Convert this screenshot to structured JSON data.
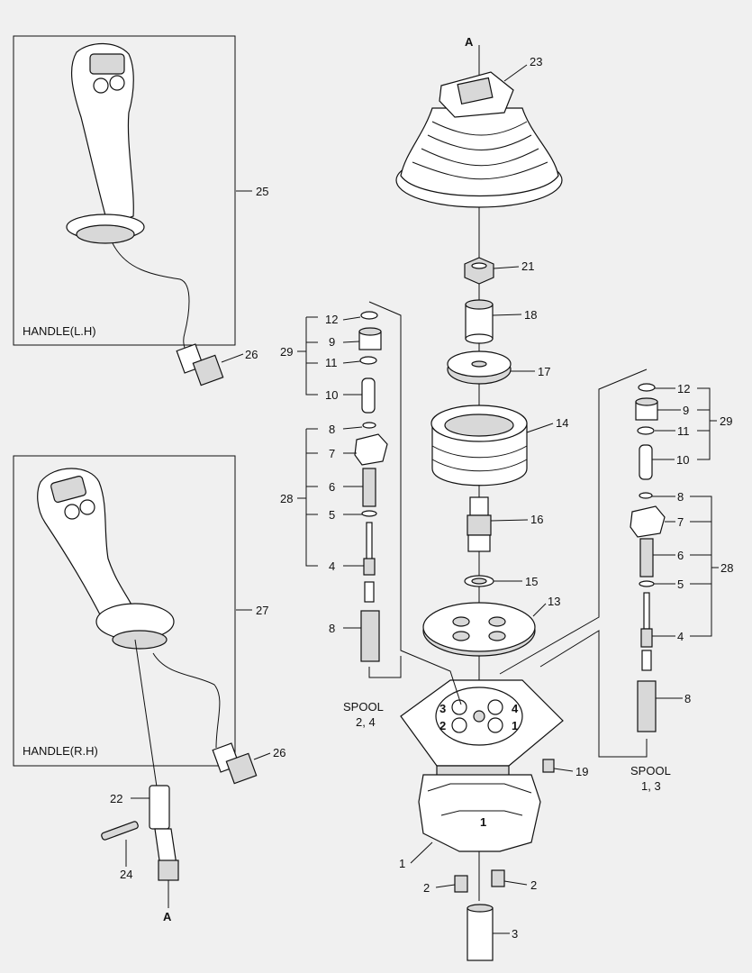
{
  "labels": {
    "handle_lh": "HANDLE(L.H)",
    "handle_rh": "HANDLE(R.H)",
    "spool_24": "SPOOL",
    "spool_24_nums": "2, 4",
    "spool_13": "SPOOL",
    "spool_13_nums": "1, 3",
    "a_top": "A",
    "a_bottom": "A",
    "port_1": "1",
    "port_2": "2",
    "port_3": "3",
    "port_4": "4",
    "body_mark": "1"
  },
  "callouts": {
    "c1": "1",
    "c2a": "2",
    "c2b": "2",
    "c3": "3",
    "c4a": "4",
    "c4b": "4",
    "c5a": "5",
    "c5b": "5",
    "c6a": "6",
    "c6b": "6",
    "c7a": "7",
    "c7b": "7",
    "c8a": "8",
    "c8b": "8",
    "c8c": "8",
    "c8d": "8",
    "c9a": "9",
    "c9b": "9",
    "c10a": "10",
    "c10b": "10",
    "c11a": "11",
    "c11b": "11",
    "c12a": "12",
    "c12b": "12",
    "c13": "13",
    "c14": "14",
    "c15": "15",
    "c16": "16",
    "c17": "17",
    "c18": "18",
    "c19": "19",
    "c21": "21",
    "c22": "22",
    "c23": "23",
    "c24": "24",
    "c25": "25",
    "c26a": "26",
    "c26b": "26",
    "c27": "27",
    "c28a": "28",
    "c28b": "28",
    "c29a": "29",
    "c29b": "29"
  }
}
